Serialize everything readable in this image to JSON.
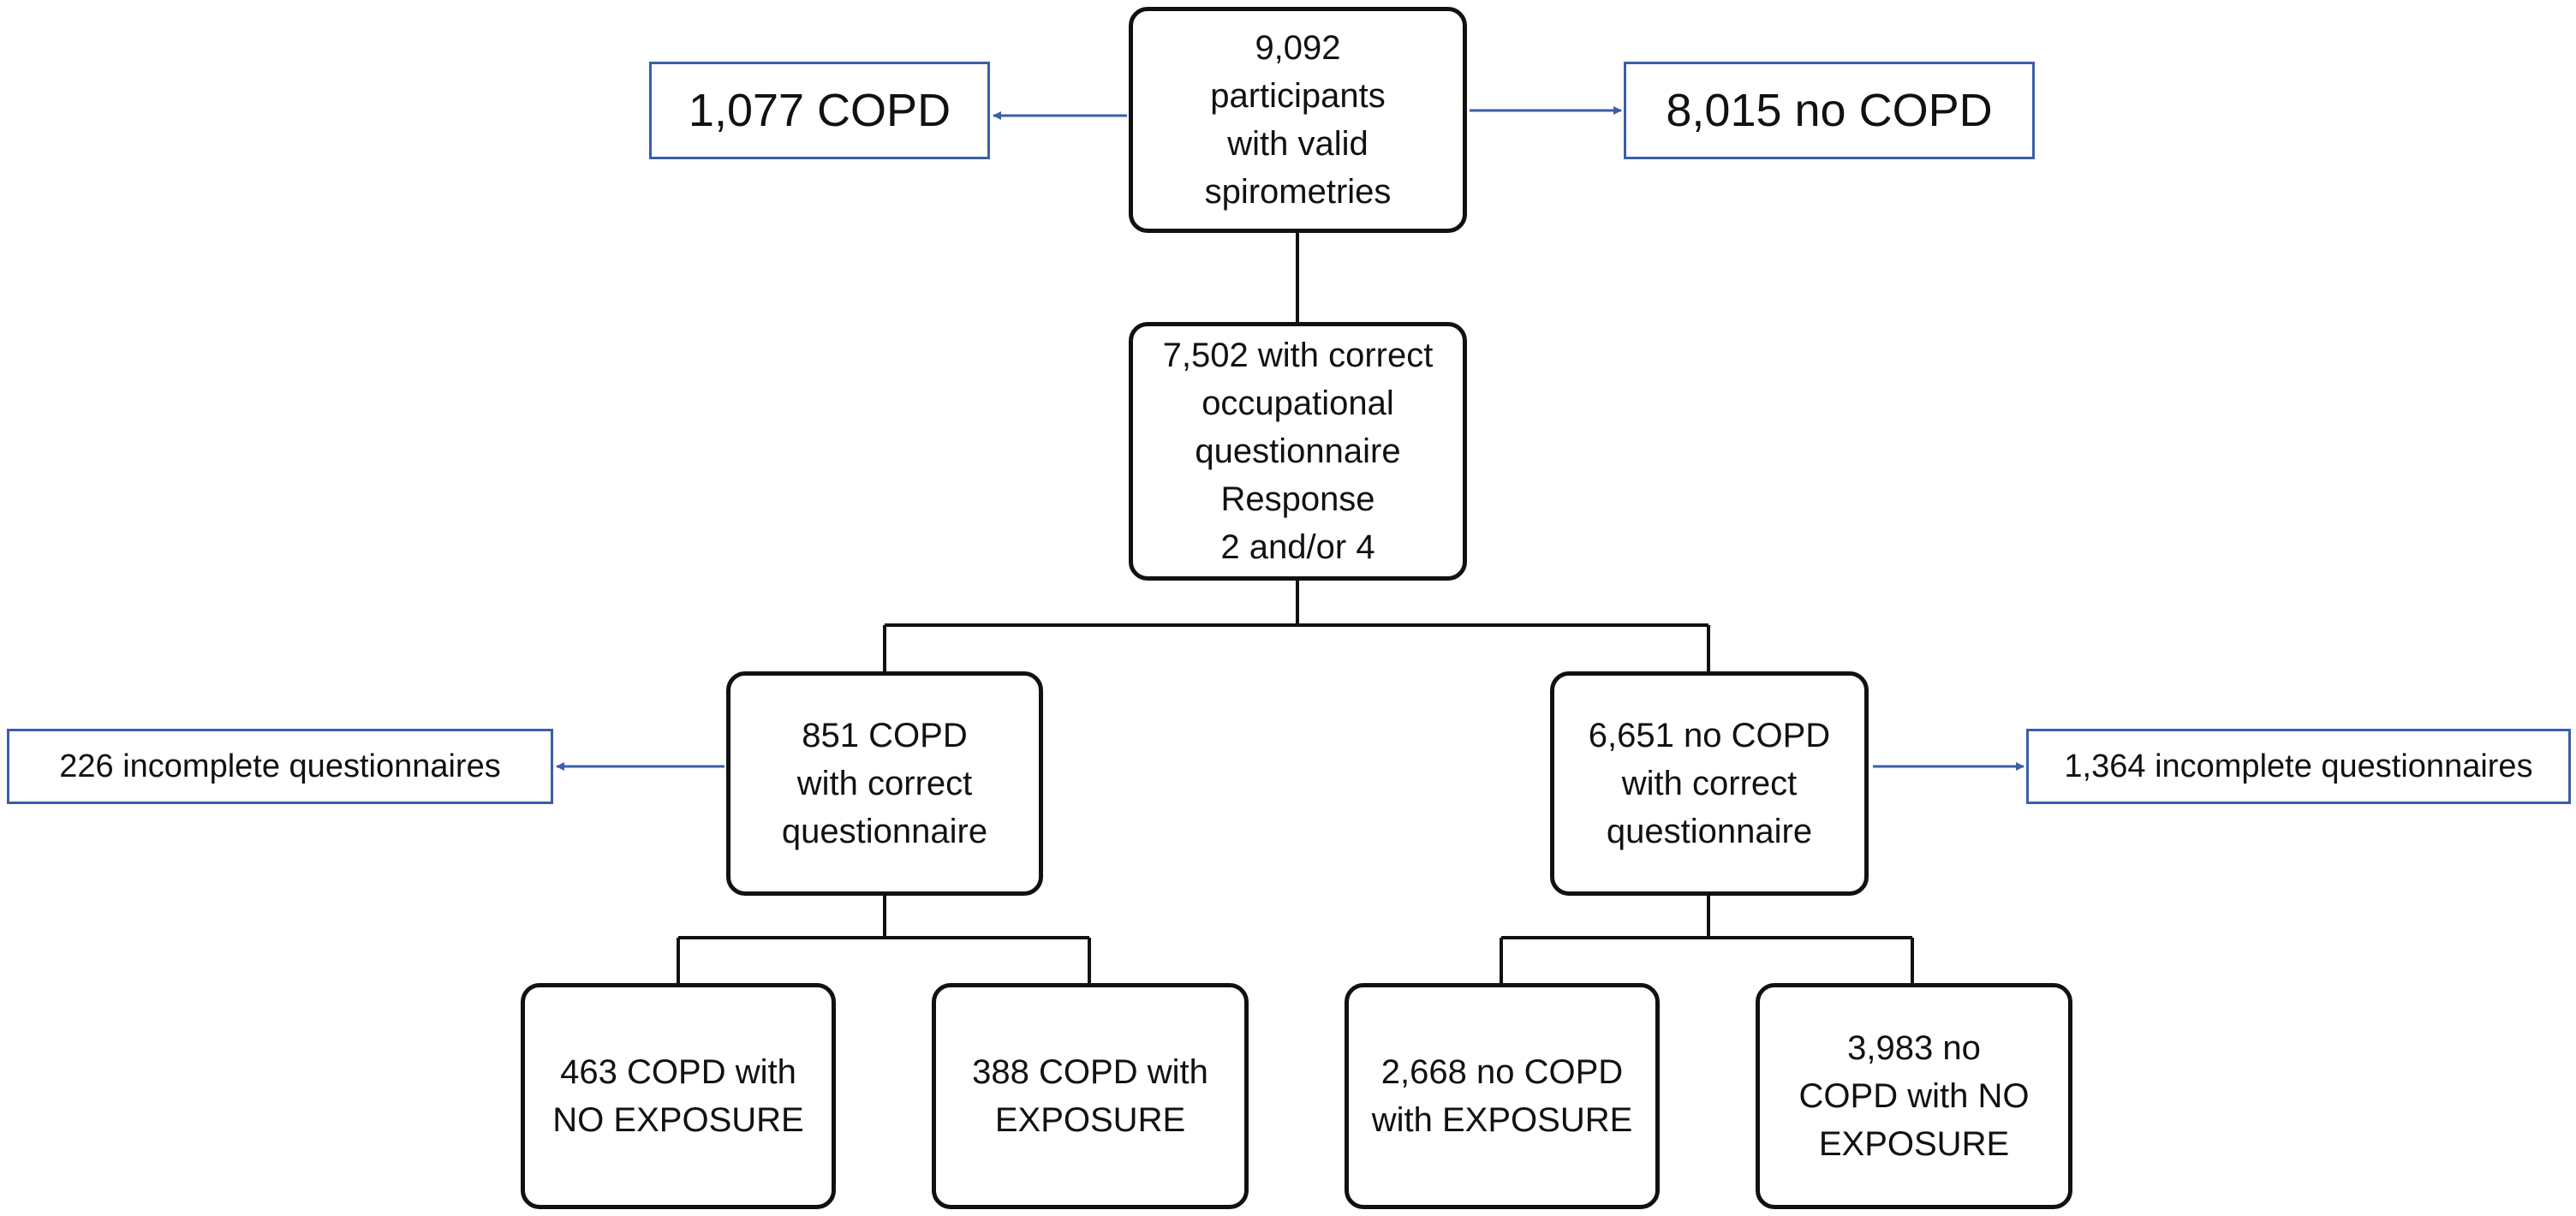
{
  "nodes": {
    "root": {
      "lines": [
        "9,092",
        "participants",
        "with valid",
        "spirometries"
      ]
    },
    "copd_total": {
      "lines": [
        "1,077 COPD"
      ]
    },
    "no_copd_total": {
      "lines": [
        "8,015 no COPD"
      ]
    },
    "correct_questionnaire": {
      "lines": [
        "7,502 with correct",
        "occupational",
        "questionnaire",
        "Response",
        "2 and/or 4"
      ]
    },
    "copd_correct": {
      "lines": [
        "851 COPD",
        "with correct",
        "questionnaire"
      ]
    },
    "no_copd_correct": {
      "lines": [
        "6,651 no COPD",
        "with correct",
        "questionnaire"
      ]
    },
    "copd_incomplete": {
      "lines": [
        "226 incomplete questionnaires"
      ]
    },
    "no_copd_incomplete": {
      "lines": [
        "1,364 incomplete questionnaires"
      ]
    },
    "copd_no_exposure": {
      "lines": [
        "463 COPD with",
        "NO EXPOSURE"
      ]
    },
    "copd_exposure": {
      "lines": [
        "388 COPD with",
        "EXPOSURE"
      ]
    },
    "no_copd_exposure": {
      "lines": [
        "2,668 no COPD",
        "with EXPOSURE"
      ]
    },
    "no_copd_no_exposure": {
      "lines": [
        "3,983 no",
        "COPD with NO",
        "EXPOSURE"
      ]
    }
  }
}
